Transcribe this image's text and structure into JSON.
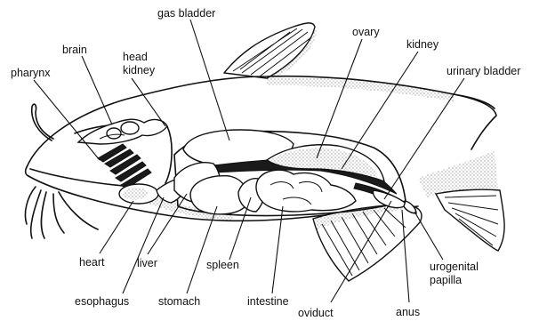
{
  "labels": {
    "gas_bladder": "gas bladder",
    "ovary": "ovary",
    "kidney": "kidney",
    "urinary_bladder": "urinary bladder",
    "brain": "brain",
    "head_kidney_1": "head",
    "head_kidney_2": "kidney",
    "pharynx": "pharynx",
    "heart": "heart",
    "liver": "liver",
    "spleen": "spleen",
    "urogenital_papilla_1": "urogenital",
    "urogenital_papilla_2": "papilla",
    "esophagus": "esophagus",
    "stomach": "stomach",
    "intestine": "intestine",
    "oviduct": "oviduct",
    "anus": "anus"
  }
}
